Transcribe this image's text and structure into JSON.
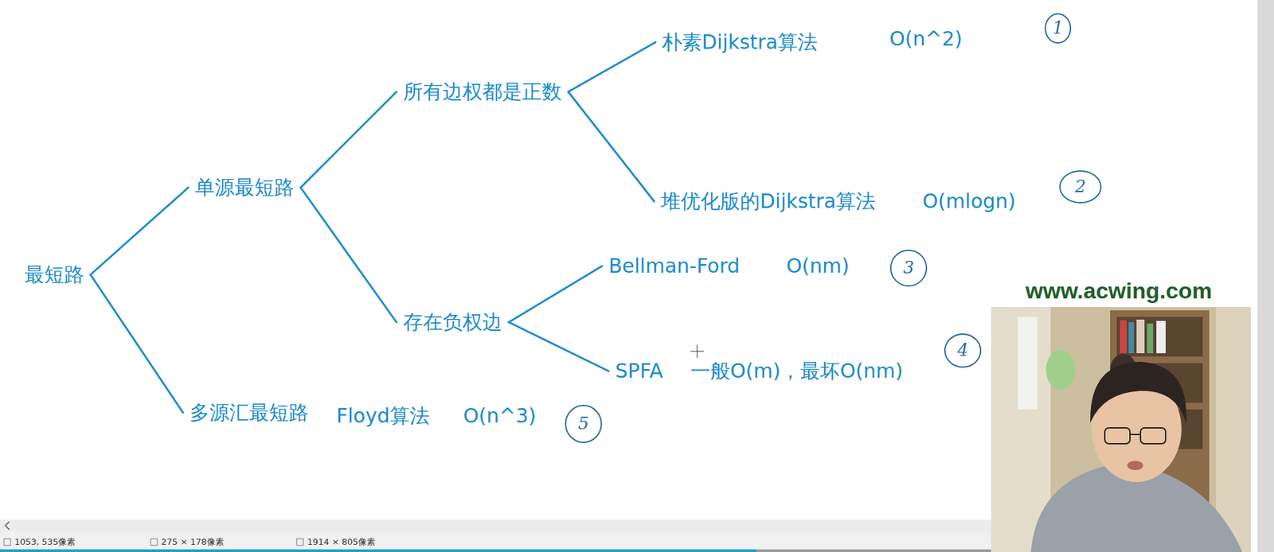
{
  "diagram": {
    "nodes": [
      {
        "text": [
          "最短路"
        ]
      },
      {
        "text": [
          "单源最短路"
        ]
      },
      {
        "text": [
          "多源汇最短路"
        ]
      },
      {
        "text": [
          "所有边权都是正数"
        ]
      },
      {
        "text": [
          "存在负权边"
        ]
      },
      {
        "text": [
          "朴素Dijkstra算法"
        ]
      },
      {
        "text": [
          "堆优化版的Dijkstra算法"
        ]
      },
      {
        "text": [
          "Bellman-Ford"
        ]
      },
      {
        "text": [
          "SPFA"
        ]
      }
    ],
    "edges": [
      {
        "from": 0,
        "to": 1,
        "arrow": "none"
      },
      {
        "from": 0,
        "to": 2,
        "arrow": "none"
      },
      {
        "from": 1,
        "to": 3,
        "arrow": "none"
      },
      {
        "from": 1,
        "to": 4,
        "arrow": "none"
      },
      {
        "from": 3,
        "to": 5,
        "arrow": "none"
      },
      {
        "from": 3,
        "to": 6,
        "arrow": "none"
      },
      {
        "from": 4,
        "to": 7,
        "arrow": "none"
      },
      {
        "from": 4,
        "to": 8,
        "arrow": "none"
      }
    ],
    "labels": [
      "O(n^2)",
      "1",
      "O(mlogn)",
      "2",
      "O(nm)",
      "3",
      "一般O(m)，最坏O(nm)",
      "4",
      "Floyd算法",
      "O(n^3)",
      "5",
      "www.acwing.com",
      "1053, 535像素",
      "275 × 178像素",
      "1914 × 805像素"
    ]
  }
}
